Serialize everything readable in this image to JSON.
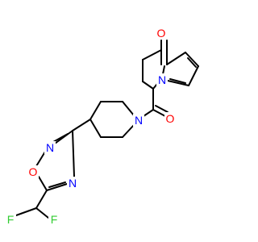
{
  "molecule": {
    "atom_labels": {
      "ketone_oxygen": "O",
      "pyrrole_nitrogen": "N",
      "amide_oxygen": "O",
      "piperidine_nitrogen": "N",
      "oxadiazole_n2": "N",
      "oxadiazole_n4": "N",
      "oxadiazole_o1": "O",
      "fluorine_1": "F",
      "fluorine_2": "F"
    },
    "colors": {
      "bond": "#000000",
      "oxygen": "#ff0000",
      "nitrogen": "#0000ff",
      "fluorine": "#33cc33",
      "background": "#ffffff"
    }
  }
}
